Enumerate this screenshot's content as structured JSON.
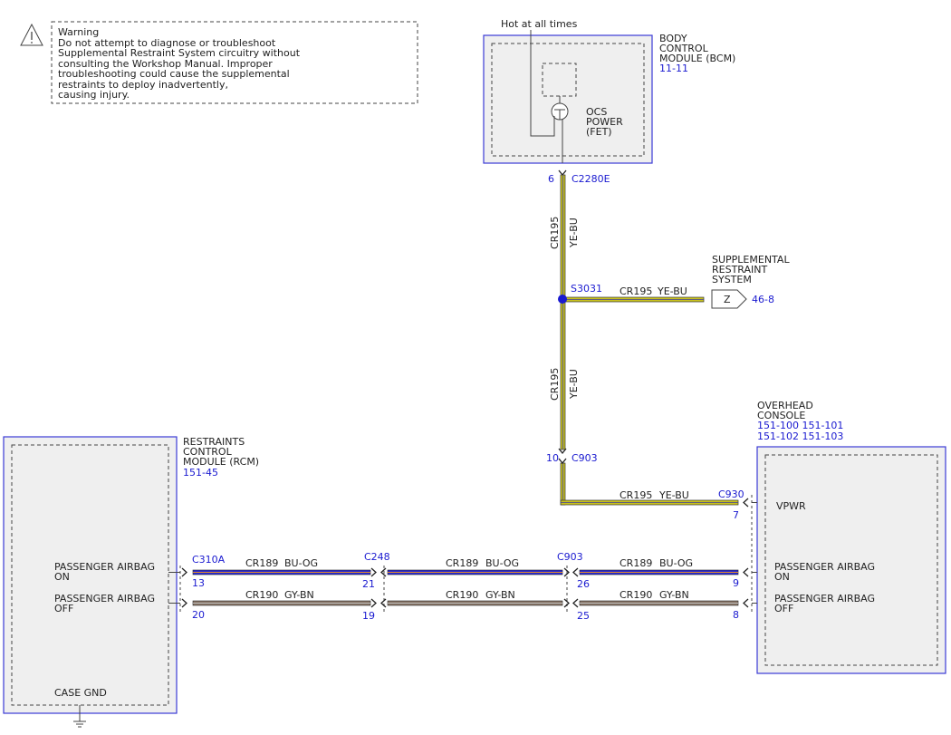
{
  "warning": {
    "title": "Warning",
    "lines": [
      "Do not attempt to diagnose or troubleshoot",
      "Supplemental Restraint System circuitry without",
      "consulting the Workshop Manual. Improper",
      "troubleshooting could cause the supplemental",
      "restraints to deploy inadvertently,",
      "causing injury."
    ]
  },
  "bcm": {
    "hot_label": "Hot at all times",
    "name_lines": [
      "BODY",
      "CONTROL",
      "MODULE (BCM)"
    ],
    "page_ref": "11-11",
    "fet_lines": [
      "OCS",
      "POWER",
      "(FET)"
    ],
    "pin": "6",
    "connector": "C2280E"
  },
  "wires": {
    "vertical_top": {
      "circuit": "CR195",
      "color": "YE-BU"
    },
    "vertical_bottom": {
      "circuit": "CR195",
      "color": "YE-BU"
    },
    "srs_branch": {
      "circuit": "CR195",
      "color": "YE-BU"
    },
    "vpwr_run": {
      "circuit": "CR195",
      "color": "YE-BU"
    },
    "on_seg1": {
      "circuit": "CR189",
      "color": "BU-OG"
    },
    "on_seg2": {
      "circuit": "CR189",
      "color": "BU-OG"
    },
    "on_seg3": {
      "circuit": "CR189",
      "color": "BU-OG"
    },
    "off_seg1": {
      "circuit": "CR190",
      "color": "GY-BN"
    },
    "off_seg2": {
      "circuit": "CR190",
      "color": "GY-BN"
    },
    "off_seg3": {
      "circuit": "CR190",
      "color": "GY-BN"
    }
  },
  "splice": {
    "label": "S3031"
  },
  "srs": {
    "name_lines": [
      "SUPPLEMENTAL",
      "RESTRAINT",
      "SYSTEM"
    ],
    "connector_letter": "Z",
    "page_ref": "46-8"
  },
  "inline_c903_vertical": {
    "pin": "10",
    "connector": "C903"
  },
  "overhead_console": {
    "name_lines": [
      "OVERHEAD",
      "CONSOLE"
    ],
    "page_refs": [
      "151-100  151-101",
      "151-102  151-103"
    ],
    "connector": "C930",
    "pins": {
      "vpwr": "7",
      "on": "9",
      "off": "8"
    },
    "labels": {
      "vpwr": "VPWR",
      "on": [
        "PASSENGER AIRBAG",
        "ON"
      ],
      "off": [
        "PASSENGER AIRBAG",
        "OFF"
      ]
    }
  },
  "rcm": {
    "name_lines": [
      "RESTRAINTS",
      "CONTROL",
      "MODULE (RCM)"
    ],
    "page_ref": "151-45",
    "connector": "C310A",
    "pins": {
      "on": "13",
      "off": "20"
    },
    "labels": {
      "on": [
        "PASSENGER AIRBAG",
        "ON"
      ],
      "off": [
        "PASSENGER AIRBAG",
        "OFF"
      ],
      "gnd": "CASE GND"
    }
  },
  "inline_c248": {
    "connector": "C248",
    "pins": {
      "on": "21",
      "off": "19"
    }
  },
  "inline_c903": {
    "connector": "C903",
    "pins": {
      "on": "26",
      "off": "25"
    }
  },
  "colors": {
    "module_border": "#3b3bd6",
    "module_fill": "#efefef",
    "ye_bu_wire": "#c9c21e",
    "bu_og_wire": "#2b2bd0",
    "gy_bn_wire": "#8a7666",
    "splice_dot": "#1a1ad0",
    "ref_text": "#1a1ad0"
  }
}
